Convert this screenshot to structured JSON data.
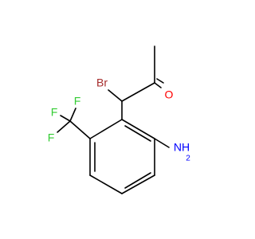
{
  "molecule": {
    "atoms": {
      "bromine": {
        "symbol": "Br",
        "color": "#a52a2a"
      },
      "oxygen": {
        "symbol": "O",
        "color": "#ff0000"
      },
      "fluorine_1": {
        "symbol": "F",
        "color": "#33cc33"
      },
      "fluorine_2": {
        "symbol": "F",
        "color": "#33cc33"
      },
      "fluorine_3": {
        "symbol": "F",
        "color": "#33cc33"
      },
      "amine": {
        "symbol": "NH",
        "subscript": "2",
        "color": "#0000ff"
      }
    },
    "bond_color": "#000000"
  }
}
